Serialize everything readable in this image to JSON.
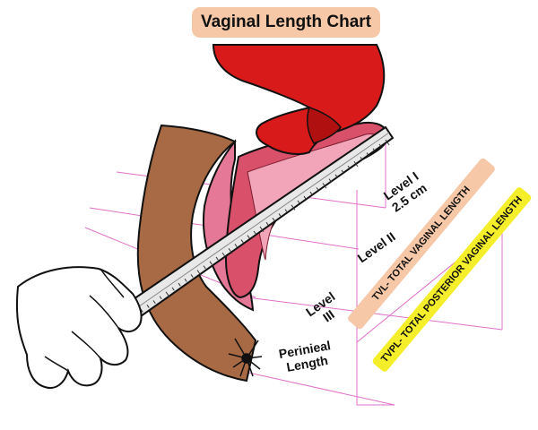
{
  "title": "Vaginal Length Chart",
  "labels": {
    "level1": "Level I",
    "level1_size": "2.5 cm",
    "level2": "Level II",
    "level3_word": "Level",
    "level3_numeral": "III",
    "perineal_line1": "Perinieal",
    "perineal_line2": "Length"
  },
  "measurements": {
    "tvl": "TVL- TOTAL VAGINAL LENGTH",
    "typl": "TVPL- TOTAL POSTERIOR VAGINAL LENGTH"
  },
  "colors": {
    "title_pill": "#f6c8a8",
    "tvl_pill": "#f6c8a8",
    "typl_pill": "#f4ef2a",
    "guide_lines": "#e070c8",
    "uterus": "#d81a1a",
    "vaginal_wall": "#d9506a",
    "skin": "#a86a45",
    "ruler": "#e8e8e8"
  }
}
